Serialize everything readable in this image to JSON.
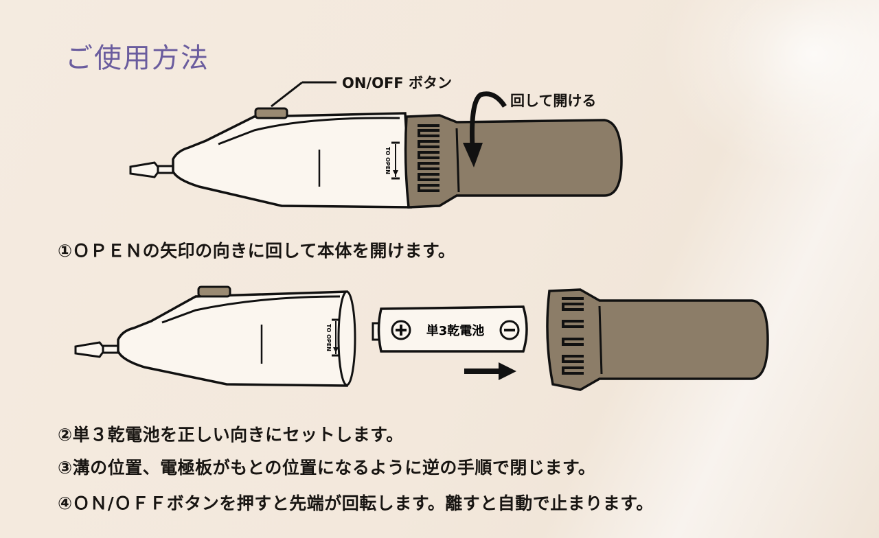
{
  "document": {
    "title": "ご使用方法",
    "colors": {
      "title": "#6a5c9e",
      "text": "#181512",
      "cap_fill": "#8c7d68",
      "button_fill": "#9a8a72",
      "paper": "#f4ebe0"
    }
  },
  "figure1": {
    "callout_button": "ON/OFF ボタン",
    "callout_rotate": "回して開ける",
    "body_marking": "TO OPEN"
  },
  "figure2": {
    "body_marking": "TO OPEN",
    "battery_label": "単3乾電池",
    "battery_plus": "+",
    "battery_minus": "−"
  },
  "steps": [
    {
      "number": "①",
      "text": "ＯＰＥＮの矢印の向きに回して本体を開けます。"
    },
    {
      "number": "②",
      "text": "単３乾電池を正しい向きにセットします。"
    },
    {
      "number": "③",
      "text": "溝の位置、電極板がもとの位置になるように逆の手順で閉じます。"
    },
    {
      "number": "④",
      "text": "ＯＮ/ＯＦＦボタンを押すと先端が回転します。離すと自動で止まります。"
    }
  ]
}
